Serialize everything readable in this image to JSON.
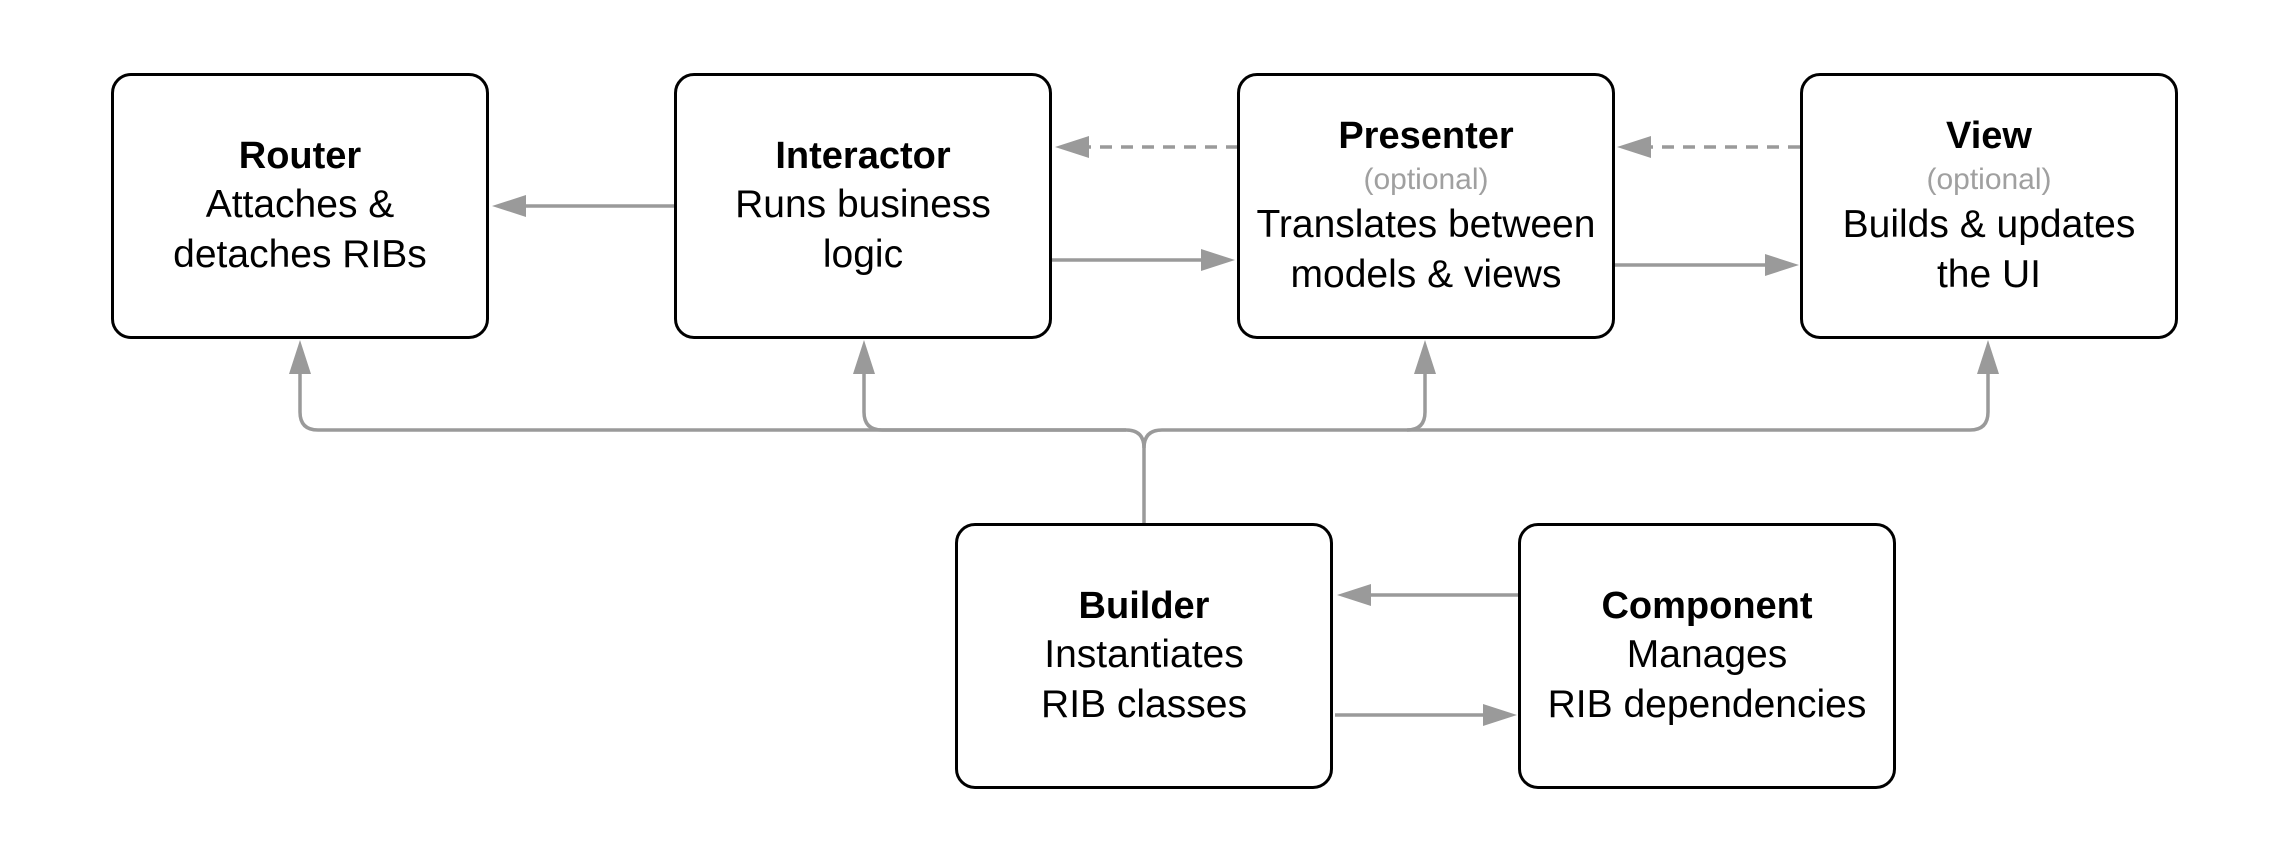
{
  "nodes": {
    "router": {
      "title": "Router",
      "desc_lines": [
        "Attaches &",
        "detaches RIBs"
      ]
    },
    "interactor": {
      "title": "Interactor",
      "desc_lines": [
        "Runs business",
        "logic"
      ]
    },
    "presenter": {
      "title": "Presenter",
      "optional": "(optional)",
      "desc_lines": [
        "Translates between",
        "models & views"
      ]
    },
    "view": {
      "title": "View",
      "optional": "(optional)",
      "desc_lines": [
        "Builds & updates",
        "the UI"
      ]
    },
    "builder": {
      "title": "Builder",
      "desc_lines": [
        "Instantiates",
        "RIB classes"
      ]
    },
    "component": {
      "title": "Component",
      "desc_lines": [
        "Manages",
        "RIB dependencies"
      ]
    }
  },
  "edges": [
    {
      "from": "interactor",
      "to": "router",
      "style": "solid"
    },
    {
      "from": "interactor",
      "to": "presenter",
      "style": "solid"
    },
    {
      "from": "presenter",
      "to": "interactor",
      "style": "dashed"
    },
    {
      "from": "presenter",
      "to": "view",
      "style": "solid"
    },
    {
      "from": "view",
      "to": "presenter",
      "style": "dashed"
    },
    {
      "from": "builder",
      "to": "router",
      "style": "solid"
    },
    {
      "from": "builder",
      "to": "interactor",
      "style": "solid"
    },
    {
      "from": "builder",
      "to": "presenter",
      "style": "solid"
    },
    {
      "from": "builder",
      "to": "view",
      "style": "solid"
    },
    {
      "from": "component",
      "to": "builder",
      "style": "solid"
    },
    {
      "from": "builder",
      "to": "component",
      "style": "solid"
    }
  ],
  "colors": {
    "edge": "#9a9a9a",
    "box_border": "#000000",
    "optional_text": "#a0a0a0"
  }
}
